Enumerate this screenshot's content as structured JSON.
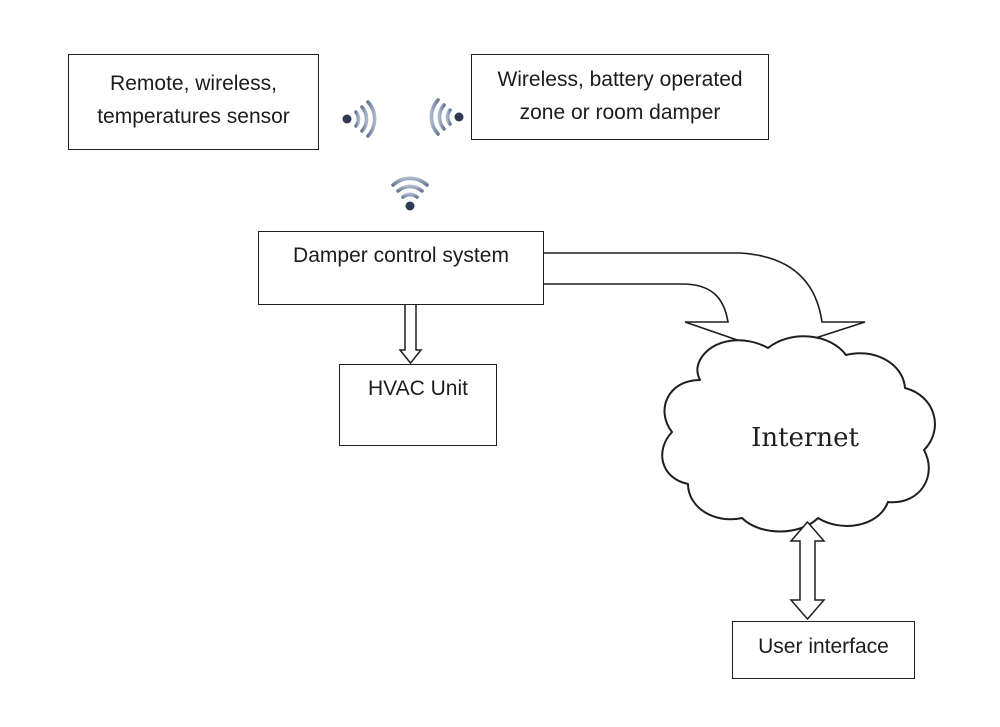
{
  "boxes": {
    "sensor": {
      "line1": "Remote, wireless,",
      "line2": "temperatures sensor"
    },
    "damper": {
      "line1": "Wireless, battery operated",
      "line2": "zone or room damper"
    },
    "control": {
      "label": "Damper control system"
    },
    "hvac": {
      "label": "HVAC Unit"
    },
    "user_interface": {
      "label": "User interface"
    }
  },
  "cloud": {
    "label": "Internet"
  },
  "icons": [
    "wifi-icon"
  ],
  "colors": {
    "line": "#1e1e1e",
    "wifi_dark": "#33405a",
    "wifi_light": "#8e9cb6"
  }
}
